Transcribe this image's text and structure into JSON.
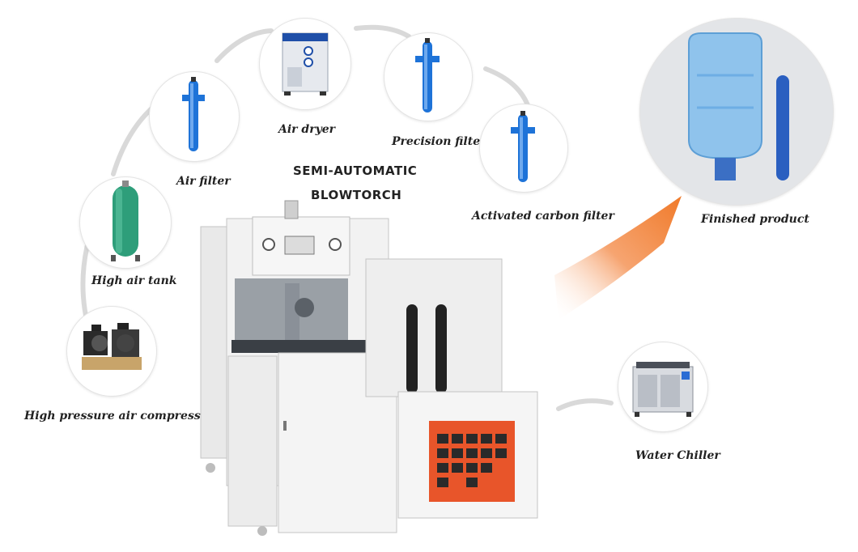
{
  "title": {
    "line1": "SEMI-AUTOMATIC",
    "line2": "BLOWTORCH"
  },
  "components": {
    "compressor": {
      "label": "High pressure air compressor",
      "icon": "air-compressor-icon"
    },
    "tank": {
      "label": "High air tank",
      "icon": "air-tank-icon"
    },
    "air_filter": {
      "label": "Air filter",
      "icon": "filter-icon"
    },
    "dryer": {
      "label": "Air dryer",
      "icon": "air-dryer-icon"
    },
    "precision": {
      "label": "Precision filter",
      "icon": "filter-icon"
    },
    "carbon": {
      "label": "Activated carbon filter",
      "icon": "filter-icon"
    },
    "product": {
      "label": "Finished product",
      "icon": "water-bottle-icon"
    },
    "chiller": {
      "label": "Water Chiller",
      "icon": "chiller-icon"
    }
  },
  "colors": {
    "filter_blue": "#1e73d8",
    "tank_green": "#2e9e7a",
    "arrow_orange": "#f07a2a",
    "machine_white": "#f2f2f2",
    "panel_orange": "#e8552a"
  }
}
